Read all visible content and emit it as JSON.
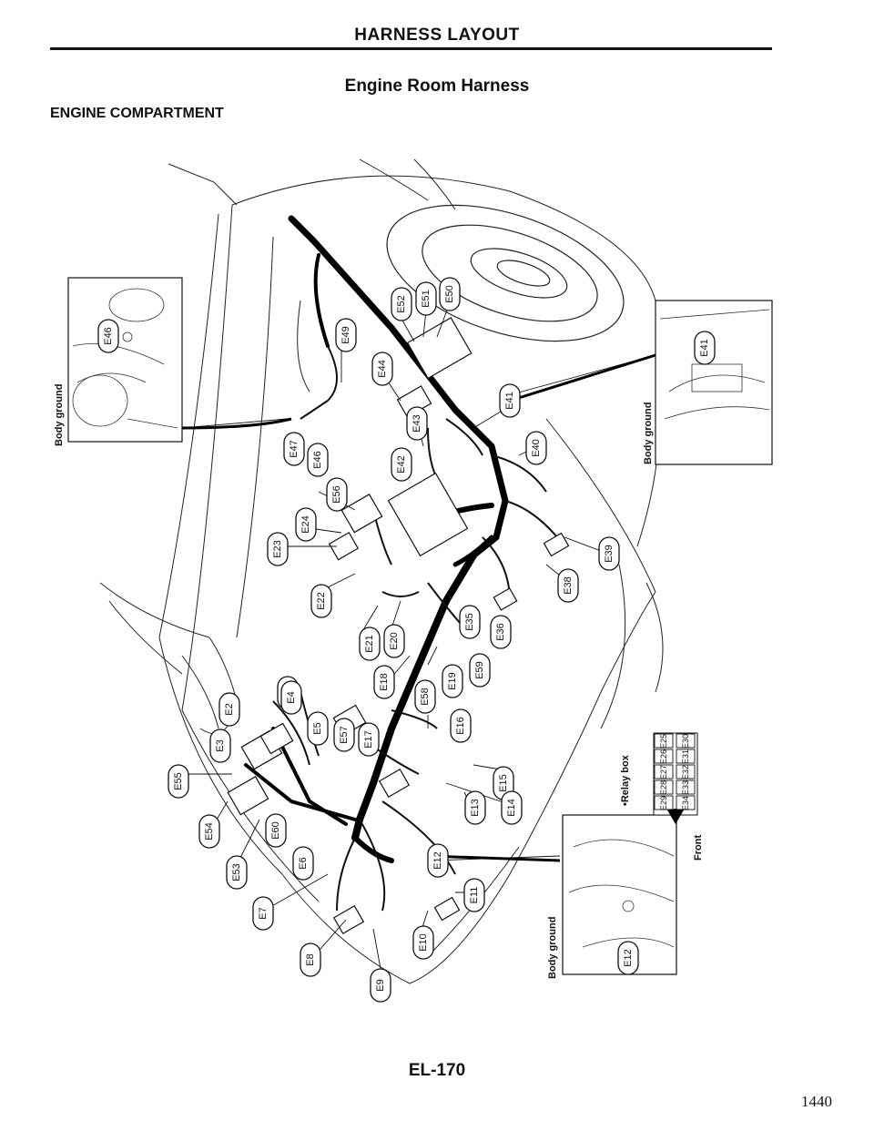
{
  "header": {
    "title": "HARNESS LAYOUT"
  },
  "subtitle": "Engine Room Harness",
  "section_title": "ENGINE COMPARTMENT",
  "footer": {
    "code": "EL-170",
    "page_number": "1440"
  },
  "inset_labels": {
    "left": "Body ground",
    "right": "Body ground",
    "bottom": "Body ground",
    "relay_box": "•Relay box",
    "front": "Front"
  },
  "connectors": [
    "E46",
    "E41",
    "E52",
    "E51",
    "E50",
    "E49",
    "E44",
    "E43",
    "E42",
    "E47",
    "E46",
    "E56",
    "E24",
    "E23",
    "E22",
    "E41",
    "E40",
    "E39",
    "E38",
    "E35",
    "E36",
    "E21",
    "E20",
    "E18",
    "E19",
    "E59",
    "E58",
    "E1",
    "E4",
    "E2",
    "E3",
    "E5",
    "E57",
    "E17",
    "E16",
    "E15",
    "E14",
    "E13",
    "E55",
    "E54",
    "E53",
    "E60",
    "E6",
    "E7",
    "E8",
    "E9",
    "E10",
    "E11",
    "E12",
    "E12"
  ],
  "relay_box": [
    [
      "E30",
      "E31",
      "E32",
      "E33",
      "E34"
    ],
    [
      "E25",
      "E26",
      "E27",
      "E28",
      "E29"
    ]
  ]
}
